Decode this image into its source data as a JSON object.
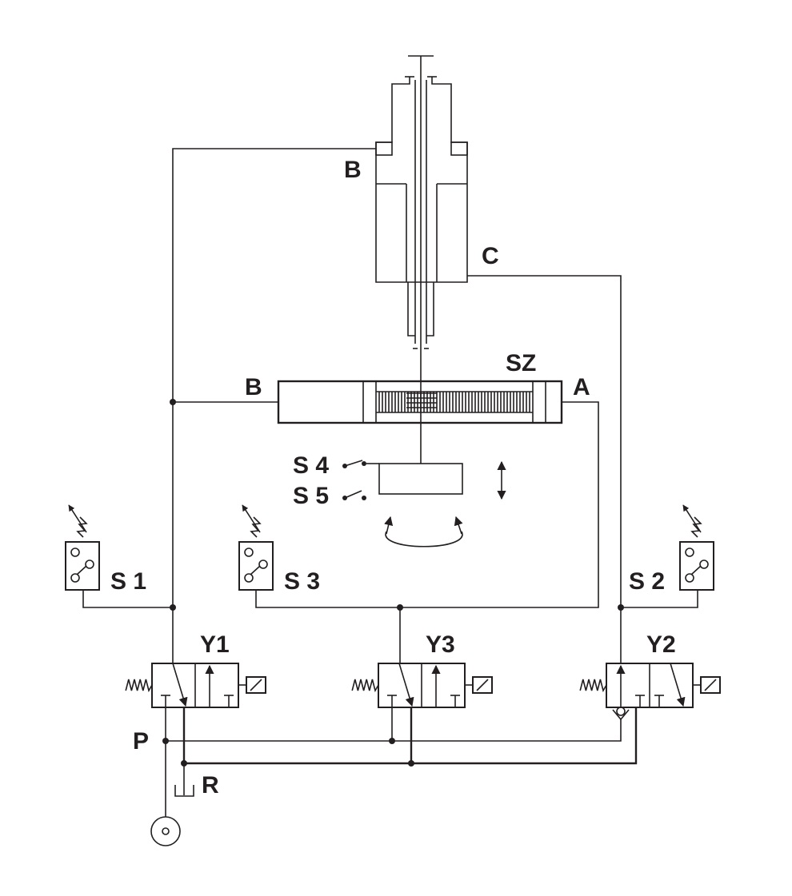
{
  "labels": {
    "cyl_b_top": "B",
    "cyl_c": "C",
    "sz": "SZ",
    "rod_b": "B",
    "rod_a": "A",
    "s4": "S 4",
    "s5": "S 5",
    "s1": "S 1",
    "s3": "S 3",
    "s2": "S 2",
    "y1": "Y1",
    "y3": "Y3",
    "y2": "Y2",
    "p": "P",
    "r": "R"
  },
  "colors": {
    "line": "#231f20",
    "background": "#ffffff"
  },
  "icons": [
    "pressure-switch-icon",
    "solenoid-valve-icon",
    "spring-icon",
    "check-valve-icon",
    "pump-icon",
    "tank-icon",
    "rotation-arrow-icon",
    "vertical-arrow-icon"
  ]
}
